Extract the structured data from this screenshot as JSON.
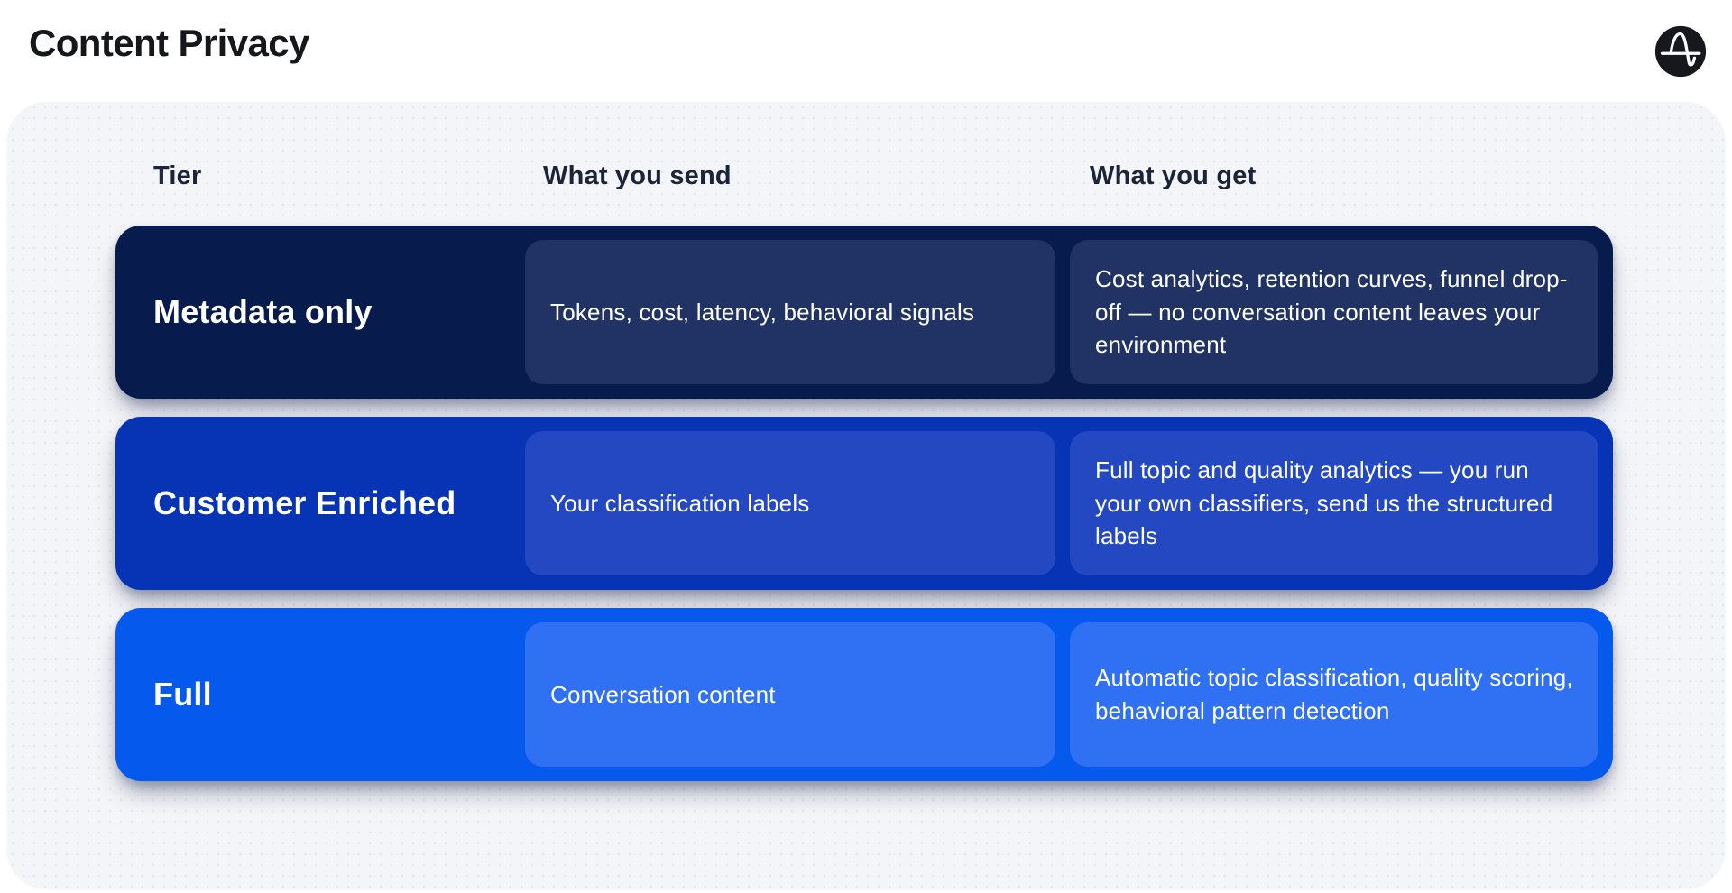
{
  "header": {
    "title": "Content Privacy",
    "logo": {
      "name": "amplitude-logo",
      "bg": "#17181D",
      "fg": "#FFFFFF"
    }
  },
  "table": {
    "columns": [
      {
        "key": "tier",
        "label": "Tier"
      },
      {
        "key": "send",
        "label": "What you send"
      },
      {
        "key": "get",
        "label": "What you get"
      }
    ],
    "rows": [
      {
        "tier": "Metadata only",
        "send": "Tokens, cost, latency, behavioral signals",
        "get": "Cost analytics, retention curves, funnel drop-off — no conversation content leaves your environment",
        "row_bg": "#071B4D",
        "cell_bg": "#213264"
      },
      {
        "tier": "Customer Enriched",
        "send": "Your classification labels",
        "get": "Full topic and quality analytics — you run your own classifiers, send us the structured labels",
        "row_bg": "#0634B4",
        "cell_bg": "#2348C2"
      },
      {
        "tier": "Full",
        "send": "Conversation content",
        "get": "Automatic topic classification, quality scoring, behavioral pattern detection",
        "row_bg": "#0659ED",
        "cell_bg": "#3071F3"
      }
    ]
  },
  "colors": {
    "page_bg": "#FFFFFF",
    "panel_bg": "#F4F5F8",
    "title_text": "#15171A",
    "header_text": "#1B2438",
    "row_text": "#FFFFFF"
  }
}
